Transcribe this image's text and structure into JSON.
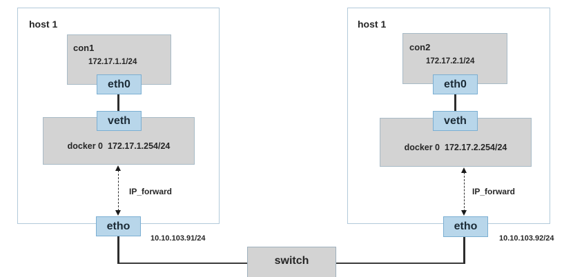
{
  "diagram": {
    "hosts": [
      {
        "label": "host 1",
        "container": {
          "name": "con1",
          "ip": "172.17.1.1/24"
        },
        "container_if": "eth0",
        "veth": "veth",
        "bridge": {
          "name": "docker 0",
          "ip": "172.17.1.254/24"
        },
        "forward": "IP_forward",
        "host_if": "etho",
        "host_ip": "10.10.103.91/24"
      },
      {
        "label": "host 1",
        "container": {
          "name": "con2",
          "ip": "172.17.2.1/24"
        },
        "container_if": "eth0",
        "veth": "veth",
        "bridge": {
          "name": "docker 0",
          "ip": "172.17.2.254/24"
        },
        "forward": "IP_forward",
        "host_if": "etho",
        "host_ip": "10.10.103.92/24"
      }
    ],
    "switch": "switch"
  },
  "colors": {
    "interface_fill": "#b8d6ea",
    "interface_border": "#7aaed2",
    "box_gray_fill": "#d3d3d3",
    "box_gray_border": "#a7bac6",
    "host_border": "#b1c9da",
    "line": "#2d2d2d",
    "text": "#262626",
    "background": "#ffffff"
  }
}
